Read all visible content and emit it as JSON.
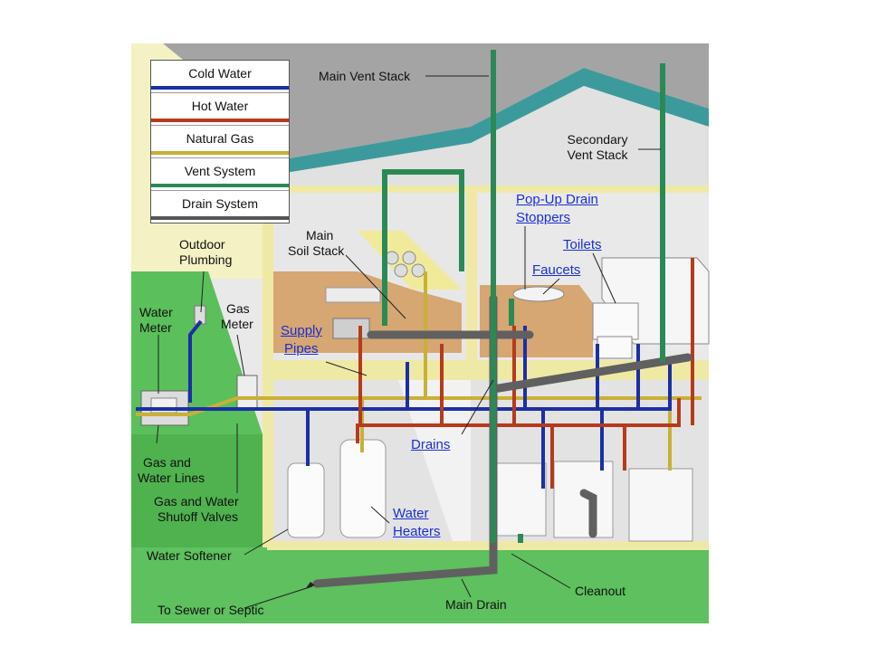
{
  "legend": {
    "items": [
      {
        "label": "Cold Water",
        "color": "#1b2fa6"
      },
      {
        "label": "Hot Water",
        "color": "#b63a1c"
      },
      {
        "label": "Natural Gas",
        "color": "#c9b036"
      },
      {
        "label": "Vent System",
        "color": "#2a8a55"
      },
      {
        "label": "Drain System",
        "color": "#555555"
      }
    ]
  },
  "labels": {
    "main_vent_stack": "Main Vent Stack",
    "secondary_vent_stack_line1": "Secondary",
    "secondary_vent_stack_line2": "Vent Stack",
    "outdoor_plumbing_line1": "Outdoor",
    "outdoor_plumbing_line2": "Plumbing",
    "main_soil_stack_line1": "Main",
    "main_soil_stack_line2": "Soil Stack",
    "water_meter_line1": "Water",
    "water_meter_line2": "Meter",
    "gas_meter_line1": "Gas",
    "gas_meter_line2": "Meter",
    "gas_water_lines_line1": "Gas and",
    "gas_water_lines_line2": "Water Lines",
    "shutoff_valves_line1": "Gas and Water",
    "shutoff_valves_line2": "Shutoff Valves",
    "water_softener": "Water Softener",
    "to_sewer": "To Sewer or Septic",
    "main_drain": "Main Drain",
    "cleanout": "Cleanout"
  },
  "links": {
    "popup_drain_line1": "Pop-Up Drain",
    "popup_drain_line2": "Stoppers",
    "toilets": "Toilets",
    "faucets": "Faucets",
    "supply_pipes_line1": "Supply",
    "supply_pipes_line2": "Pipes",
    "drains": "Drains",
    "water_heaters_line1": "Water",
    "water_heaters_line2": "Heaters"
  },
  "colors": {
    "roof": "#a9a9a9",
    "gutter": "#3f9ea0",
    "house_wall": "#dcdcdc",
    "lawn": "#5ec05e",
    "cabinet": "#d8a874",
    "frame": "#f3efb3"
  }
}
